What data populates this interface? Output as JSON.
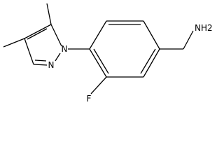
{
  "structure": {
    "atoms": {
      "pyrazole_n1": "N",
      "pyrazole_n2": "N",
      "fluorine": "F",
      "amine": "NH2"
    },
    "bond_color": "#000000"
  }
}
